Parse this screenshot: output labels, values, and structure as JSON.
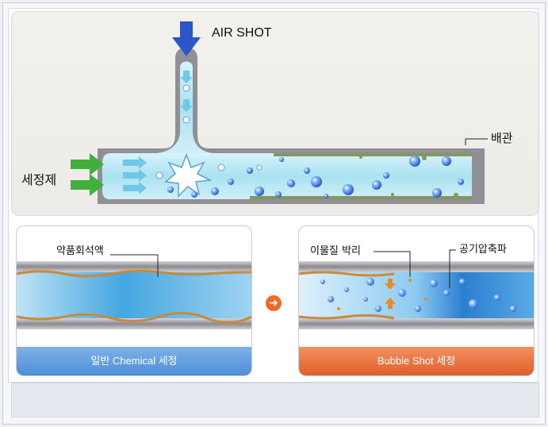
{
  "top_diagram": {
    "air_shot_label": "AIR SHOT",
    "pipe_label": "배관",
    "detergent_label": "세정제"
  },
  "left_panel": {
    "annotation": "약품회석액",
    "caption": "일반 Chemical 세정",
    "caption_color": "#4d8ed6"
  },
  "right_panel": {
    "annotation_left": "이물질 박리",
    "annotation_right": "공기압축파",
    "caption": "Bubble Shot 세정",
    "caption_color": "#e0602a"
  },
  "colors": {
    "air_arrow": "#2a56c8",
    "detergent_arrow": "#3fb13a",
    "flow_arrow": "#e8892a",
    "water": "#bfe9f3",
    "pipe": "#8f8f95"
  },
  "icons": {
    "transition": "right-arrow-circle"
  }
}
